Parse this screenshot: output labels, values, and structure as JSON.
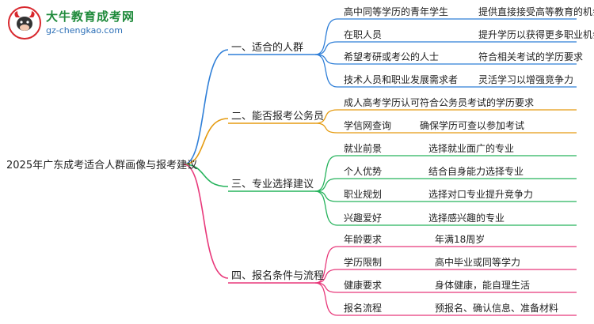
{
  "logo": {
    "icon": "bull-mascot-icon",
    "name": "大牛教育成考网",
    "url": "gz-chengkao.com"
  },
  "root": {
    "label": "2025年广东成考适合人群画像与报考建议"
  },
  "branches": [
    {
      "label": "一、适合的人群",
      "color": "#2f7fd8",
      "children": [
        {
          "label": "高中同等学历的青年学生",
          "detail": "提供直接接受高等教育的机会"
        },
        {
          "label": "在职人员",
          "detail": "提升学历以获得更多职业机会"
        },
        {
          "label": "希望考研或考公的人士",
          "detail": "符合相关考试的学历要求"
        },
        {
          "label": "技术人员和职业发展需求者",
          "detail": "灵活学习以增强竞争力"
        }
      ]
    },
    {
      "label": "二、能否报考公务员",
      "color": "#e59b10",
      "children": [
        {
          "label": "成人高考学历认可",
          "detail": "符合公务员考试的学历要求"
        },
        {
          "label": "学信网查询",
          "detail": "确保学历可查以参加考试"
        }
      ]
    },
    {
      "label": "三、专业选择建议",
      "color": "#26b35c",
      "children": [
        {
          "label": "就业前景",
          "detail": "选择就业面广的专业"
        },
        {
          "label": "个人优势",
          "detail": "结合自身能力选择专业"
        },
        {
          "label": "职业规划",
          "detail": "选择对口专业提升竞争力"
        },
        {
          "label": "兴趣爱好",
          "detail": "选择感兴趣的专业"
        }
      ]
    },
    {
      "label": "四、报名条件与流程",
      "color": "#e8387a",
      "children": [
        {
          "label": "年龄要求",
          "detail": "年满18周岁"
        },
        {
          "label": "学历限制",
          "detail": "高中毕业或同等学力"
        },
        {
          "label": "健康要求",
          "detail": "身体健康，能自理生活"
        },
        {
          "label": "报名流程",
          "detail": "预报名、确认信息、准备材料"
        }
      ]
    }
  ]
}
